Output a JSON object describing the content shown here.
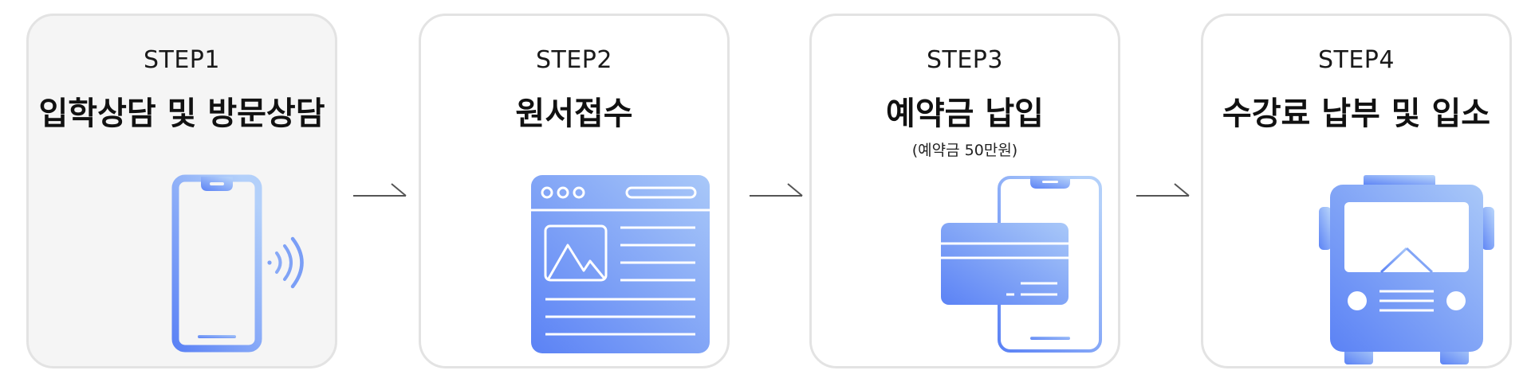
{
  "steps": [
    {
      "label": "STEP1",
      "title": "입학상담 및 방문상담",
      "note": "",
      "icon": "phone-nfc-icon",
      "active": true
    },
    {
      "label": "STEP2",
      "title": "원서접수",
      "note": "",
      "icon": "web-document-icon",
      "active": false
    },
    {
      "label": "STEP3",
      "title": "예약금 납입",
      "note": "(예약금 50만원)",
      "icon": "card-payment-icon",
      "active": false
    },
    {
      "label": "STEP4",
      "title": "수강료 납부 및 입소",
      "note": "",
      "icon": "bus-icon",
      "active": false
    }
  ],
  "colors": {
    "accent_dark": "#5b82f5",
    "accent_light": "#a9c8f8",
    "card_border": "#e3e3e3",
    "active_background": "#f5f5f5",
    "arrow": "#555555"
  }
}
